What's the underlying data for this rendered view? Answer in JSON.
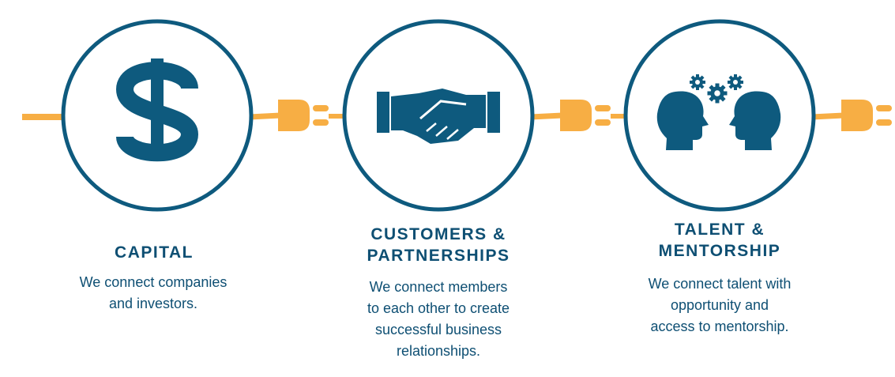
{
  "colors": {
    "navy": "#0e5a7e",
    "text": "#0e4f73",
    "accent": "#f7ae44",
    "background": "#ffffff"
  },
  "items": [
    {
      "icon": "dollar-sign-icon",
      "title_lines": [
        "CAPITAL"
      ],
      "desc_lines": [
        "We connect companies",
        "and investors."
      ]
    },
    {
      "icon": "handshake-icon",
      "title_lines": [
        "CUSTOMERS &",
        "PARTNERSHIPS"
      ],
      "desc_lines": [
        "We connect members",
        "to each other to create",
        "successful business",
        "relationships."
      ]
    },
    {
      "icon": "heads-gears-icon",
      "title_lines": [
        "TALENT &",
        "MENTORSHIP"
      ],
      "desc_lines": [
        "We connect talent with",
        "opportunity and",
        "access to mentorship."
      ]
    }
  ]
}
